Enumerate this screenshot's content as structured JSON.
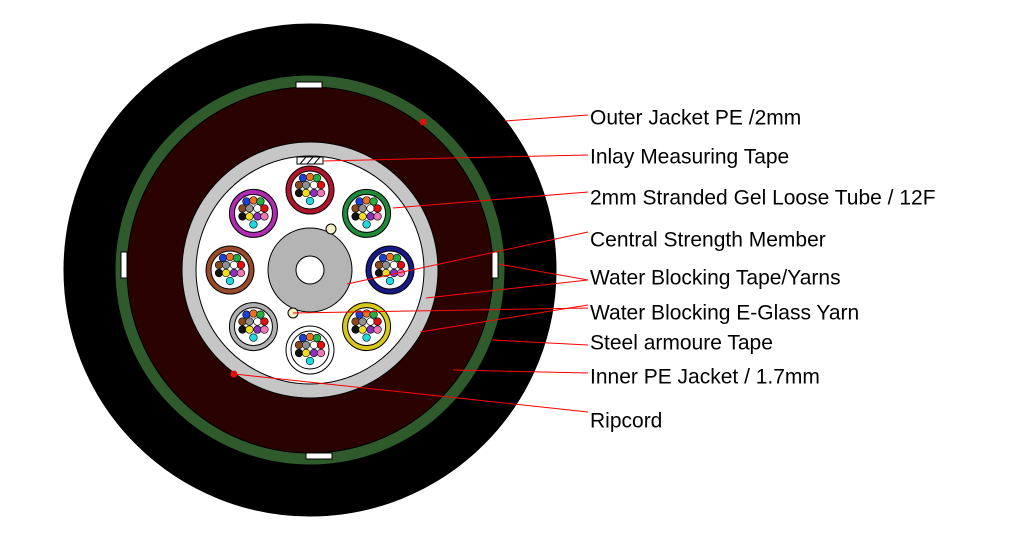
{
  "labels": [
    "Outer Jacket PE /2mm",
    "Inlay Measuring Tape",
    "2mm Stranded Gel Loose Tube / 12F",
    "Central Strength Member",
    "Water Blocking Tape/Yarns",
    "Water Blocking E-Glass Yarn",
    "Steel armoure Tape",
    "Inner PE Jacket / 1.7mm",
    "Ripcord"
  ],
  "colors": {
    "outer_jacket": "#000000",
    "armour_tape": "#2f5a2c",
    "inner_jacket": "#2a0300",
    "water_blocking_tape": "#c6c6c6",
    "core_fill": "#ffffff",
    "central_member": "#b4b4b4",
    "leader_lines": "#ff0000"
  },
  "loose_tubes": [
    {
      "ring": "#b0142a"
    },
    {
      "ring": "#1e8a3a"
    },
    {
      "ring": "#151a86"
    },
    {
      "ring": "#d8c81e"
    },
    {
      "ring": "#ffffff"
    },
    {
      "ring": "#b0b0b0"
    },
    {
      "ring": "#9a4a2a"
    },
    {
      "ring": "#b02ab2"
    }
  ],
  "fiber_colors": [
    "#1c3fd8",
    "#f07020",
    "#22b040",
    "#8a4a20",
    "#909090",
    "#ffffff",
    "#e01010",
    "#111111",
    "#f0e020",
    "#8a30c0",
    "#f078b0",
    "#20d8e0"
  ]
}
